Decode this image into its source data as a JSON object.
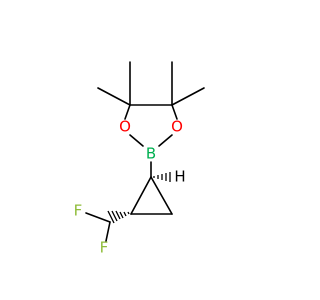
{
  "atoms": {
    "O1": {
      "symbol": "O",
      "color": "#ff0000"
    },
    "O2": {
      "symbol": "O",
      "color": "#ff0000"
    },
    "B": {
      "symbol": "B",
      "color": "#00b050"
    },
    "H": {
      "symbol": "H",
      "color": "#000000"
    },
    "F1": {
      "symbol": "F",
      "color": "#8fbc3a"
    },
    "F2": {
      "symbol": "F",
      "color": "#8fbc3a"
    }
  },
  "colors": {
    "bond": "#000000",
    "background": "#ffffff"
  }
}
